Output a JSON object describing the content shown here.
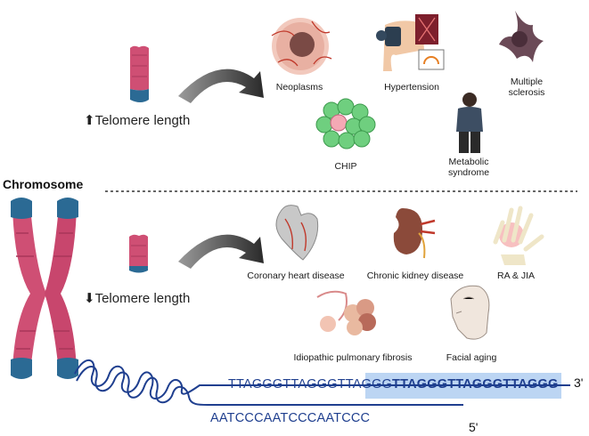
{
  "title": "Chromosome",
  "upper": {
    "telomere_label": "Telomere length",
    "arrow_icon": "arrow-up-icon",
    "diseases": [
      {
        "name": "Neoplasms",
        "icon": "tumor-cell-icon"
      },
      {
        "name": "Hypertension",
        "icon": "blood-pressure-cuff-icon"
      },
      {
        "name": "Multiple sclerosis",
        "icon": "neuron-icon"
      },
      {
        "name": "CHIP",
        "icon": "blood-cells-icon"
      },
      {
        "name": "Metabolic syndrome",
        "icon": "person-silhouette-icon"
      }
    ]
  },
  "lower": {
    "telomere_label": "Telomere length",
    "arrow_icon": "arrow-down-icon",
    "diseases": [
      {
        "name": "Coronary heart disease",
        "icon": "heart-icon"
      },
      {
        "name": "Chronic kidney disease",
        "icon": "kidney-icon"
      },
      {
        "name": "RA & JIA",
        "icon": "hand-joints-icon"
      },
      {
        "name": "Idiopathic pulmonary fibrosis",
        "icon": "lung-alveoli-icon"
      },
      {
        "name": "Facial aging",
        "icon": "aged-face-icon"
      }
    ]
  },
  "dna": {
    "top_strand_plain": "TTAGGGTTAGGGTTAGGG",
    "top_strand_highlight": "TTAGGGTTAGGGTTAGGG",
    "bottom_strand": "AATCCCAATCCCAATCCC",
    "top_end": "3'",
    "bottom_end": "5'",
    "highlight_color": "#bcd5f3",
    "strand_color": "#1f3f8f"
  },
  "colors": {
    "chromosome": "#cf4f74",
    "telomere_cap": "#2b6a94"
  }
}
